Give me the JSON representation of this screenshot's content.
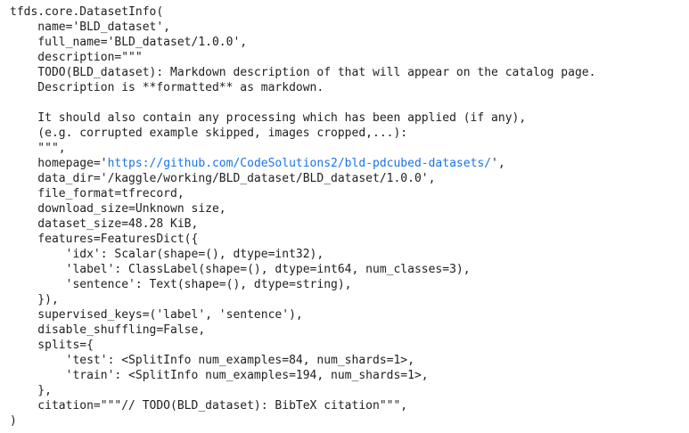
{
  "output": {
    "lines": [
      "tfds.core.DatasetInfo(",
      "    name='BLD_dataset',",
      "    full_name='BLD_dataset/1.0.0',",
      "    description=\"\"\"",
      "    TODO(BLD_dataset): Markdown description of that will appear on the catalog page.",
      "    Description is **formatted** as markdown.",
      "",
      "    It should also contain any processing which has been applied (if any),",
      "    (e.g. corrupted example skipped, images cropped,...):",
      "    \"\"\",",
      "    data_dir='/kaggle/working/BLD_dataset/BLD_dataset/1.0.0',",
      "    file_format=tfrecord,",
      "    download_size=Unknown size,",
      "    dataset_size=48.28 KiB,",
      "    features=FeaturesDict({",
      "        'idx': Scalar(shape=(), dtype=int32),",
      "        'label': ClassLabel(shape=(), dtype=int64, num_classes=3),",
      "        'sentence': Text(shape=(), dtype=string),",
      "    }),",
      "    supervised_keys=('label', 'sentence'),",
      "    disable_shuffling=False,",
      "    splits={",
      "        'test': <SplitInfo num_examples=84, num_shards=1>,",
      "        'train': <SplitInfo num_examples=194, num_shards=1>,",
      "    },",
      "    citation=\"\"\"// TODO(BLD_dataset): BibTeX citation\"\"\",",
      ")"
    ],
    "homepage": {
      "prefix": "    homepage='",
      "url": "https://github.com/CodeSolutions2/bld-pdcubed-datasets/",
      "suffix": "',"
    },
    "colors": {
      "text": "#212121",
      "link": "#1a73e8",
      "background": "#ffffff"
    }
  }
}
